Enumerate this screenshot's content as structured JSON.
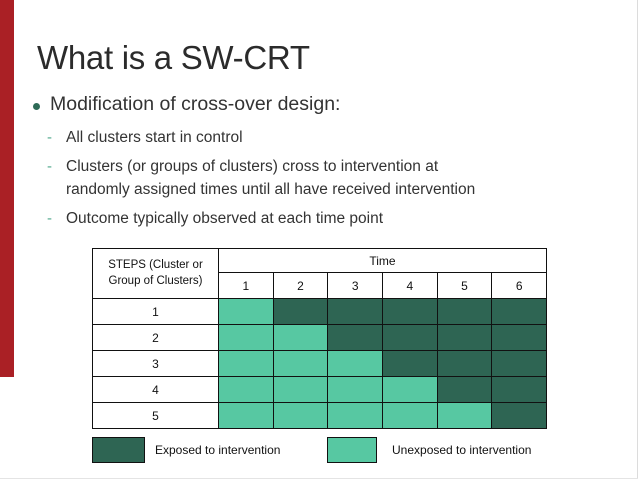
{
  "slide": {
    "title": "What is a SW-CRT",
    "accent_color": "#aa2025",
    "bullet_dot_color": "#2e6b57",
    "sub_dash_color": "#52a98d",
    "sub_dash_glyph": "-"
  },
  "bullets": {
    "main": "Modification of cross-over design:",
    "sub": [
      [
        "All clusters start in control"
      ],
      [
        "Clusters (or groups of clusters) cross to intervention at",
        "randomly assigned times until all have received intervention"
      ],
      [
        "Outcome typically observed at each time point"
      ]
    ]
  },
  "chart_data": {
    "type": "heatmap",
    "row_header": "STEPS (Cluster or Group of Clusters)",
    "col_group_header": "Time",
    "columns": [
      "1",
      "2",
      "3",
      "4",
      "5",
      "6"
    ],
    "rows": [
      "1",
      "2",
      "3",
      "4",
      "5"
    ],
    "cell_states": [
      [
        "unexposed",
        "exposed",
        "exposed",
        "exposed",
        "exposed",
        "exposed"
      ],
      [
        "unexposed",
        "unexposed",
        "exposed",
        "exposed",
        "exposed",
        "exposed"
      ],
      [
        "unexposed",
        "unexposed",
        "unexposed",
        "exposed",
        "exposed",
        "exposed"
      ],
      [
        "unexposed",
        "unexposed",
        "unexposed",
        "unexposed",
        "exposed",
        "exposed"
      ],
      [
        "unexposed",
        "unexposed",
        "unexposed",
        "unexposed",
        "unexposed",
        "exposed"
      ]
    ],
    "colors": {
      "exposed": "#2e6553",
      "unexposed": "#57c8a2"
    }
  },
  "legend": {
    "exposed_label": "Exposed to intervention",
    "unexposed_label": "Unexposed to intervention"
  }
}
